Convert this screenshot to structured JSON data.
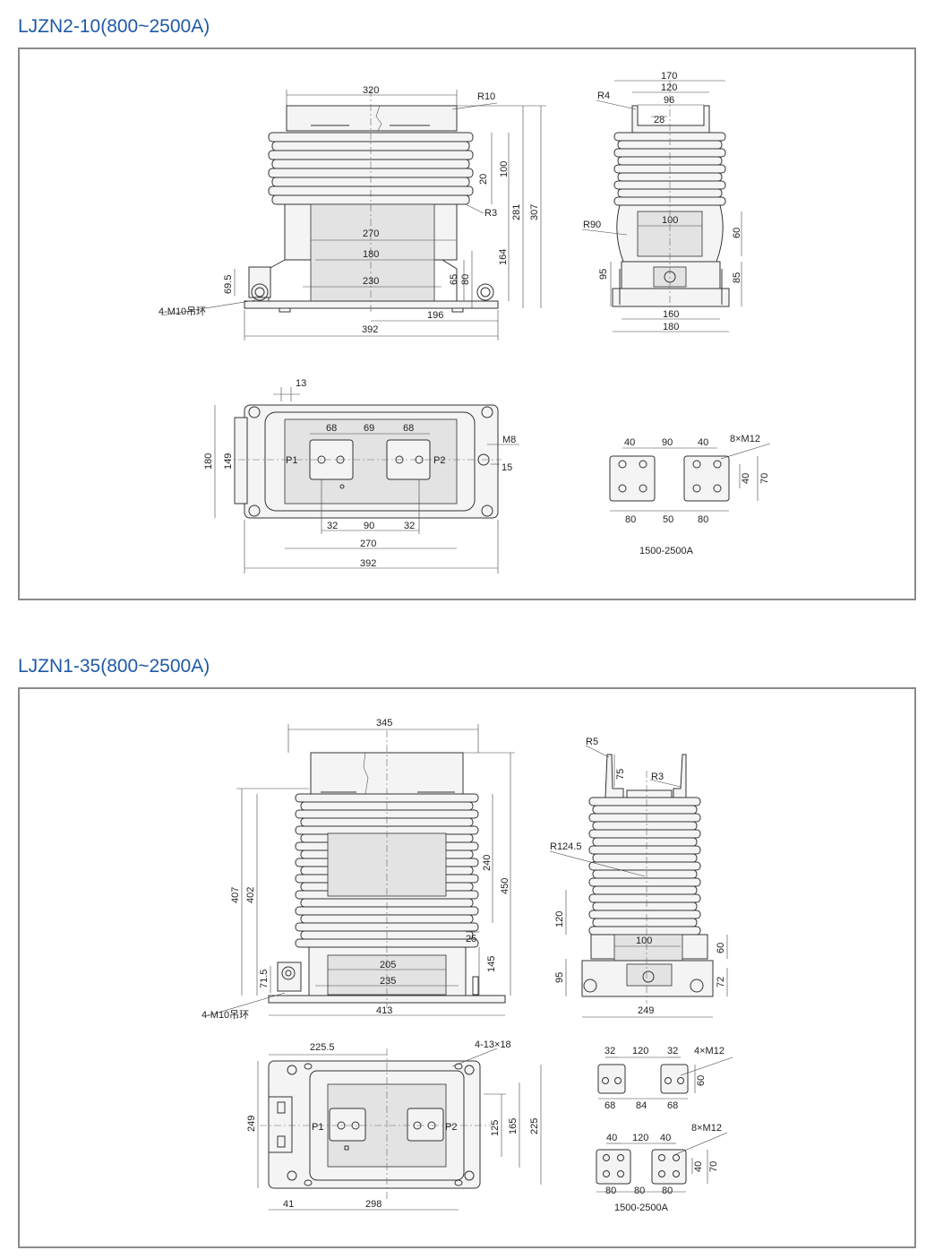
{
  "sections": [
    {
      "title": "LJZN2-10(800~2500A)",
      "labels": {
        "d320": "320",
        "r10": "R10",
        "d20": "20",
        "d100": "100",
        "r3": "R3",
        "d281": "281",
        "d307": "307",
        "d270": "270",
        "d180": "180",
        "d230": "230",
        "d65": "65",
        "d80": "80",
        "d164": "164",
        "d69_5": "69.5",
        "lifting": "4-M10吊环",
        "d196": "196",
        "d392": "392",
        "s170": "170",
        "s120": "120",
        "s96": "96",
        "s28": "28",
        "r4": "R4",
        "r90": "R90",
        "s100": "100",
        "s60": "60",
        "s95": "95",
        "s85": "85",
        "s160": "160",
        "s180": "180",
        "t13": "13",
        "t68a": "68",
        "t69": "69",
        "t68b": "68",
        "tm8": "M8",
        "t180": "180",
        "t149": "149",
        "tp1": "P1",
        "tp2": "P2",
        "t15": "15",
        "t32a": "32",
        "t90": "90",
        "t32b": "32",
        "t270": "270",
        "t392": "392",
        "b40a": "40",
        "b90": "90",
        "b40b": "40",
        "bm12": "8×M12",
        "b40c": "40",
        "b70": "70",
        "b80a": "80",
        "b50": "50",
        "b80b": "80",
        "bcap": "1500-2500A"
      }
    },
    {
      "title": "LJZN1-35(800~2500A)",
      "labels": {
        "d345": "345",
        "d407": "407",
        "d402": "402",
        "d240": "240",
        "d450": "450",
        "d25": "25",
        "d145": "145",
        "d205": "205",
        "d235": "235",
        "d71_5": "71.5",
        "lifting": "4-M10吊环",
        "d413": "413",
        "r5": "R5",
        "s75": "75",
        "r3": "R3",
        "r124_5": "R124.5",
        "s120": "120",
        "s100": "100",
        "s60": "60",
        "s95": "95",
        "s72": "72",
        "s249": "249",
        "t225_5": "225.5",
        "t4_13x18": "4-13×18",
        "t249": "249",
        "tp1": "P1",
        "tp2": "P2",
        "t125": "125",
        "t165": "165",
        "t225": "225",
        "t41": "41",
        "t298": "298",
        "a32a": "32",
        "a120": "120",
        "a32b": "32",
        "am12": "4×M12",
        "a60": "60",
        "a68a": "68",
        "a84": "84",
        "a68b": "68",
        "c40a": "40",
        "c120": "120",
        "c40b": "40",
        "cm12": "8×M12",
        "c40c": "40",
        "c70": "70",
        "c80a": "80",
        "c80b": "80",
        "c80c": "80",
        "ccap": "1500-2500A"
      }
    }
  ]
}
